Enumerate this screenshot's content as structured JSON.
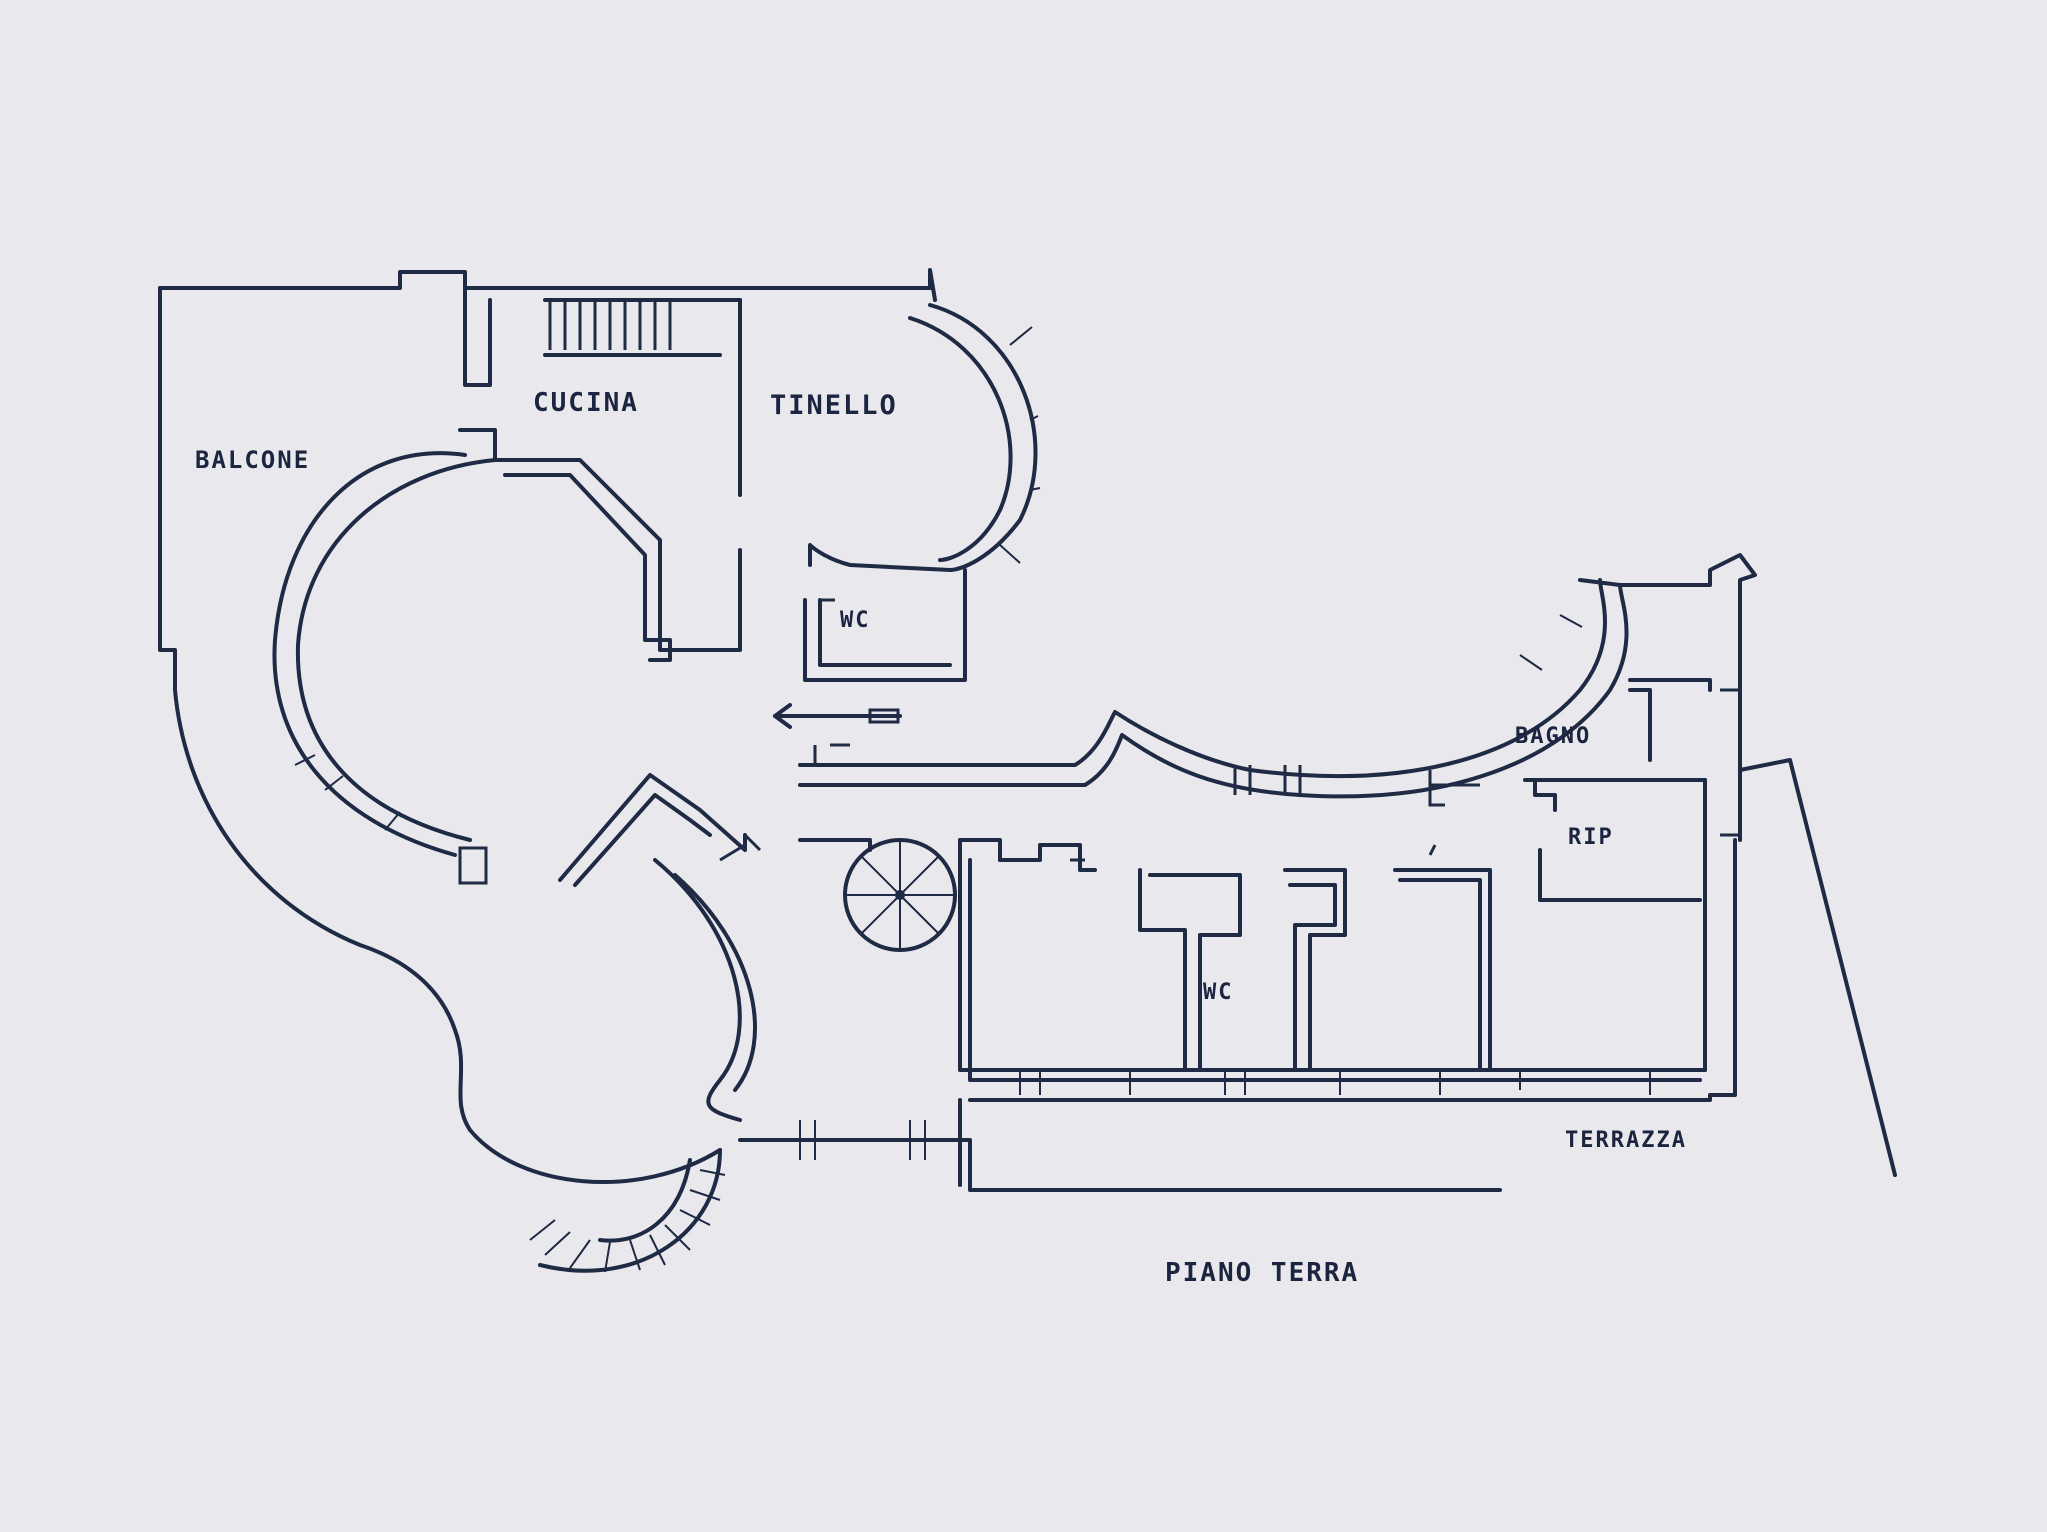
{
  "plan": {
    "rooms": {
      "balcone": "BALCONE",
      "cucina": "CUCINA",
      "tinello": "TINELLO",
      "wc_upper": "WC",
      "bagno": "BAGNO",
      "rip": "RIP",
      "wc_lower": "WC",
      "terrazza": "TERRAZZA"
    },
    "caption": "PIANO TERRA"
  },
  "colors": {
    "paper": "#e9e8ec",
    "ink": "#1f2a44"
  },
  "icons": [
    "direction-arrow-icon",
    "spiral-stair-icon",
    "stair-flight-icon"
  ]
}
